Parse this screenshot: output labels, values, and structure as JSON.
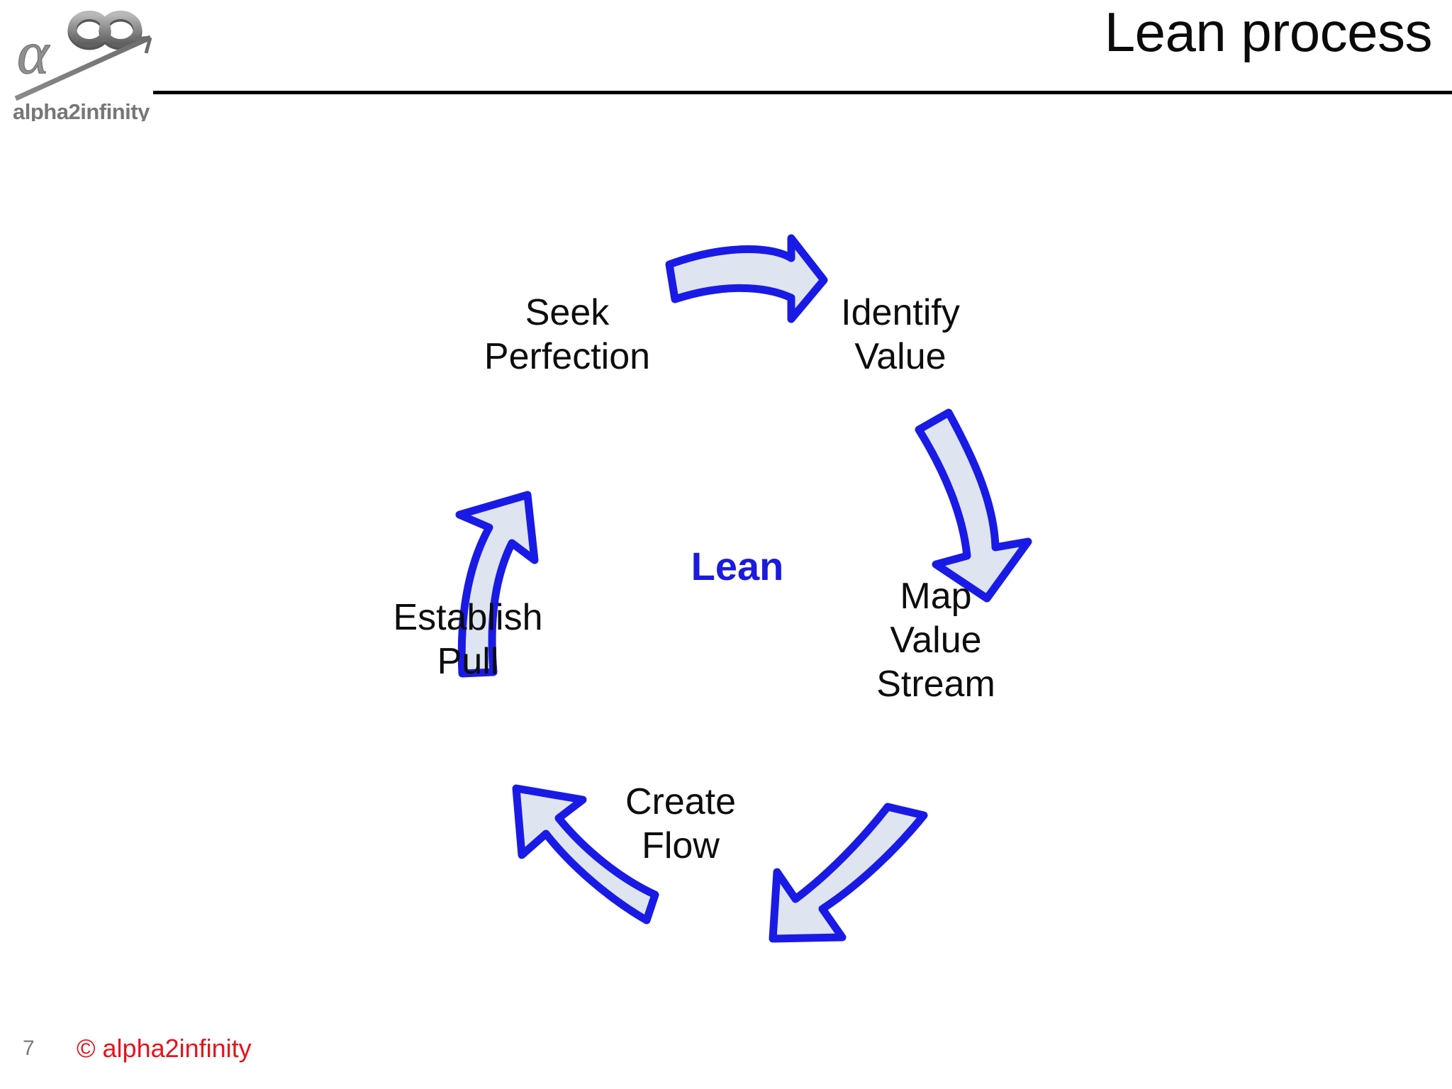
{
  "header": {
    "title": "Lean process",
    "logo": {
      "wordmark": "alpha2infinity",
      "alpha_glyph": "α",
      "infinity_glyph": "∞"
    }
  },
  "diagram": {
    "name": "lean-process-cycle",
    "center_label": "Lean",
    "colors": {
      "arrow_stroke": "#1a1ae6",
      "arrow_fill": "#dfe5f0",
      "label_text": "#0d0d0d",
      "center_text": "#1a1ae0"
    },
    "steps": [
      {
        "id": "identify-value",
        "label": "Identify\nValue",
        "order": 1,
        "position": "top-right"
      },
      {
        "id": "map-value-stream",
        "label": "Map\nValue\nStream",
        "order": 2,
        "position": "right"
      },
      {
        "id": "create-flow",
        "label": "Create\nFlow",
        "order": 3,
        "position": "bottom"
      },
      {
        "id": "establish-pull",
        "label": "Establish\nPull",
        "order": 4,
        "position": "left"
      },
      {
        "id": "seek-perfection",
        "label": "Seek\nPerfection",
        "order": 5,
        "position": "top-left"
      }
    ],
    "arrows": [
      {
        "id": "arrow-seek-to-identify",
        "from": "seek-perfection",
        "to": "identify-value",
        "direction": "right"
      },
      {
        "id": "arrow-identify-to-map",
        "from": "identify-value",
        "to": "map-value-stream",
        "direction": "down"
      },
      {
        "id": "arrow-map-to-create",
        "from": "map-value-stream",
        "to": "create-flow",
        "direction": "down-left"
      },
      {
        "id": "arrow-create-to-pull",
        "from": "create-flow",
        "to": "establish-pull",
        "direction": "up-left"
      },
      {
        "id": "arrow-pull-to-seek",
        "from": "establish-pull",
        "to": "seek-perfection",
        "direction": "up"
      }
    ]
  },
  "footer": {
    "slide_number": "7",
    "copyright": "© alpha2infinity"
  }
}
